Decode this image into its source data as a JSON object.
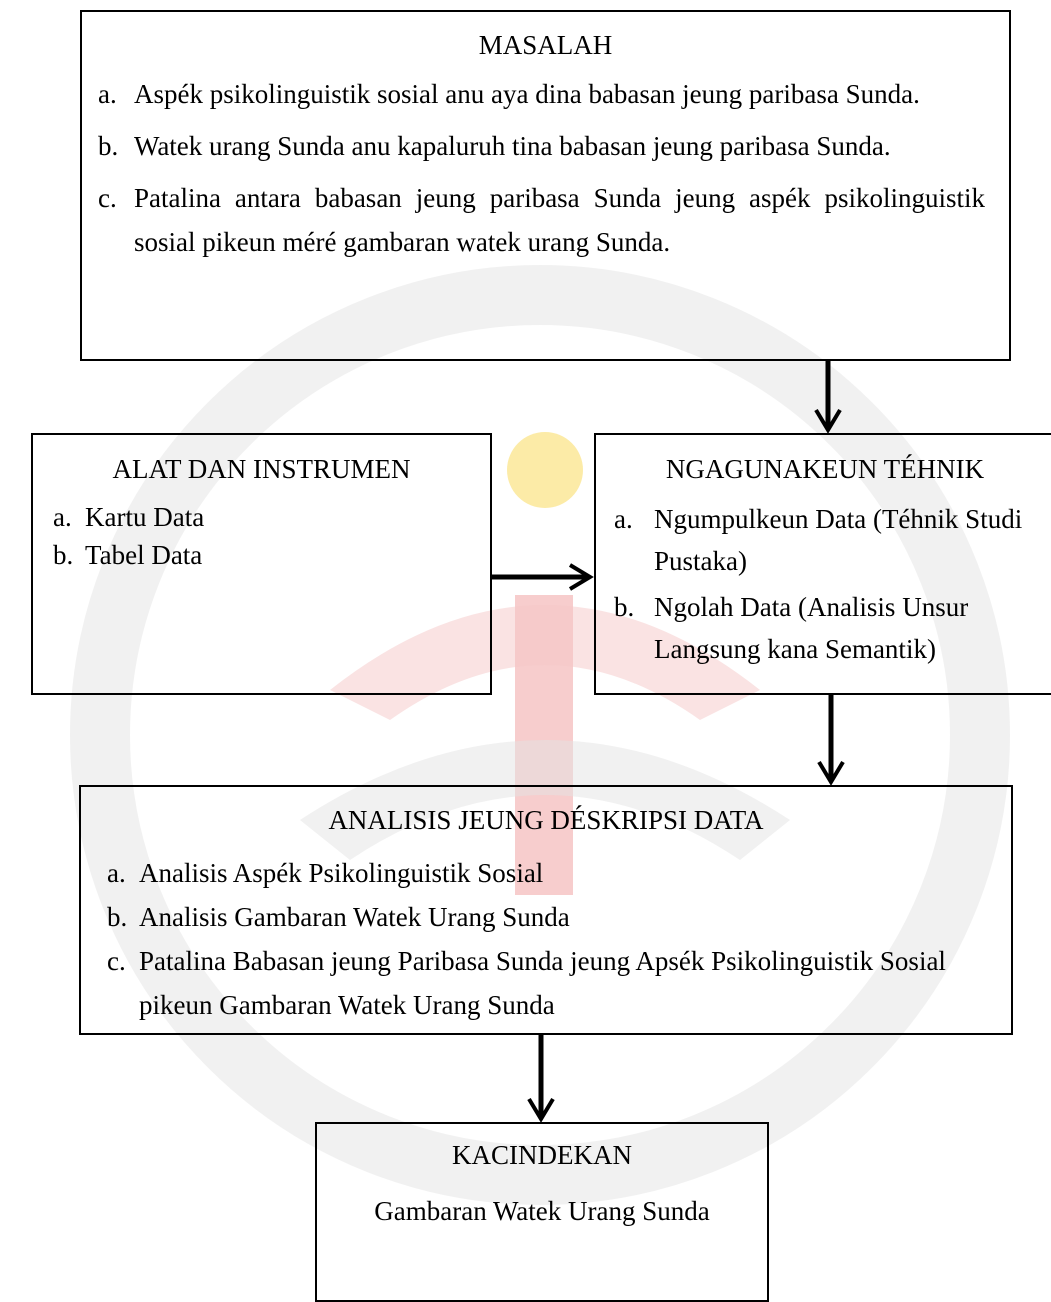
{
  "masalah": {
    "title": "MASALAH",
    "items": [
      {
        "marker": "a.",
        "text": "Aspék psikolinguistik sosial anu aya dina babasan jeung paribasa Sunda."
      },
      {
        "marker": "b.",
        "text": "Watek urang Sunda anu kapaluruh tina babasan jeung paribasa Sunda."
      },
      {
        "marker": "c.",
        "text": "Patalina antara babasan jeung paribasa Sunda jeung aspék psikolinguistik sosial pikeun méré gambaran watek urang Sunda."
      }
    ]
  },
  "alat": {
    "title": "ALAT DAN INSTRUMEN",
    "items": [
      {
        "marker": "a.",
        "text": "Kartu Data"
      },
      {
        "marker": "b.",
        "text": "Tabel Data"
      }
    ]
  },
  "tehnik": {
    "title": "NGAGUNAKEUN TÉHNIK",
    "items": [
      {
        "marker": "a.",
        "text": "Ngumpulkeun Data (Téhnik Studi Pustaka)"
      },
      {
        "marker": "b.",
        "text": "Ngolah Data (Analisis Unsur Langsung kana Semantik)"
      }
    ]
  },
  "analisis": {
    "title": "ANALISIS JEUNG DÉSKRIPSI DATA",
    "items": [
      {
        "marker": "a.",
        "text": "Analisis Aspék Psikolinguistik Sosial"
      },
      {
        "marker": "b.",
        "text": "Analisis Gambaran Watek Urang Sunda"
      },
      {
        "marker": "c.",
        "text": "Patalina Babasan jeung Paribasa Sunda jeung Apsék Psikolinguistik Sosial pikeun Gambaran Watek Urang Sunda"
      }
    ]
  },
  "kacindekan": {
    "title": "KACINDEKAN",
    "body": "Gambaran Watek Urang Sunda"
  },
  "colors": {
    "line": "#000000",
    "watermark_gray": "#cccccc",
    "watermark_red": "#f0a4a4",
    "watermark_yellow": "#fbe48a"
  }
}
